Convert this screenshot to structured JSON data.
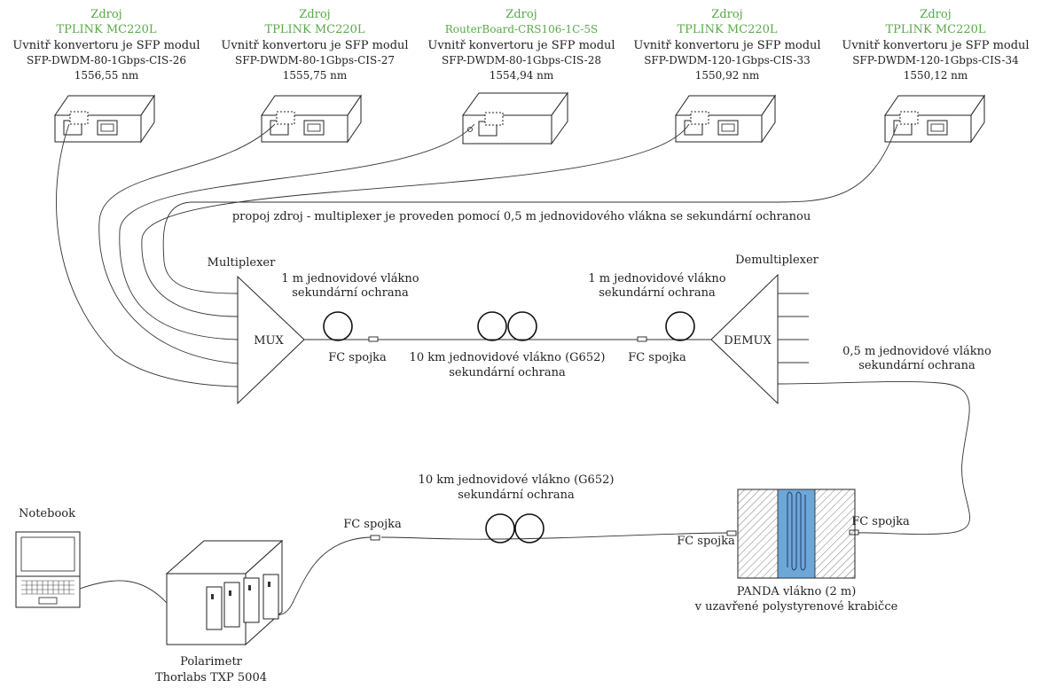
{
  "sources": [
    {
      "title1": "Zdroj",
      "title2": "TPLINK MC220L",
      "info": "Uvnitř konvertoru je SFP modul",
      "model": "SFP-DWDM-80-1Gbps-CIS-26",
      "wavelength": "1556,55 nm",
      "device": "tplink"
    },
    {
      "title1": "Zdroj",
      "title2": "TPLINK MC220L",
      "info": "Uvnitř konvertoru je SFP modul",
      "model": "SFP-DWDM-80-1Gbps-CIS-27",
      "wavelength": "1555,75 nm",
      "device": "tplink"
    },
    {
      "title1": "Zdroj",
      "title2": "RouterBoard-CRS106-1C-5S",
      "info": "Uvnitř konvertoru je SFP modul",
      "model": "SFP-DWDM-80-1Gbps-CIS-28",
      "wavelength": "1554,94 nm",
      "device": "routerboard"
    },
    {
      "title1": "Zdroj",
      "title2": "TPLINK MC220L",
      "info": "Uvnitř konvertoru je SFP modul",
      "model": "SFP-DWDM-120-1Gbps-CIS-33",
      "wavelength": "1550,92 nm",
      "device": "tplink"
    },
    {
      "title1": "Zdroj",
      "title2": "TPLINK MC220L",
      "info": "Uvnitř konvertoru je SFP modul",
      "model": "SFP-DWDM-120-1Gbps-CIS-34",
      "wavelength": "1550,12 nm",
      "device": "tplink"
    }
  ],
  "labels": {
    "propoj": "propoj zdroj - multiplexer je proveden pomocí 0,5 m jednovidového vlákna se sekundární ochranou",
    "multiplexer": "Multiplexer",
    "mux": "MUX",
    "demultiplexer": "Demultiplexer",
    "demux": "DEMUX",
    "fiber1m_a_line1": "1 m jednovidové vlákno",
    "fiber1m_a_line2": "sekundární ochrana",
    "fiber1m_b_line1": "1 m jednovidové vlákno",
    "fiber1m_b_line2": "sekundární ochrana",
    "fc_left": "FC spojka",
    "fc_mid": "FC spojka",
    "fiber10km_top_line1": "10 km jednovidové vlákno (G652)",
    "fiber10km_top_line2": "sekundární ochrana",
    "fiber05_line1": "0,5 m jednovidové vlákno",
    "fiber05_line2": "sekundární ochrana",
    "fiber10km_bottom_line1": "10 km jednovidové vlákno (G652)",
    "fiber10km_bottom_line2": "sekundární ochrana",
    "fc_polarimetr": "FC spojka",
    "fc_panda_left": "FC spojka",
    "fc_panda_right": "FC spojka",
    "notebook": "Notebook",
    "polarimetr_line1": "Polarimetr",
    "polarimetr_line2": "Thorlabs TXP 5004",
    "panda_line1": "PANDA vlákno (2 m)",
    "panda_line2": "v uzavřené polystyrenové krabičce"
  },
  "colors": {
    "source_title": "#5aa84a",
    "panda_fiber": "#6ea6d8"
  }
}
